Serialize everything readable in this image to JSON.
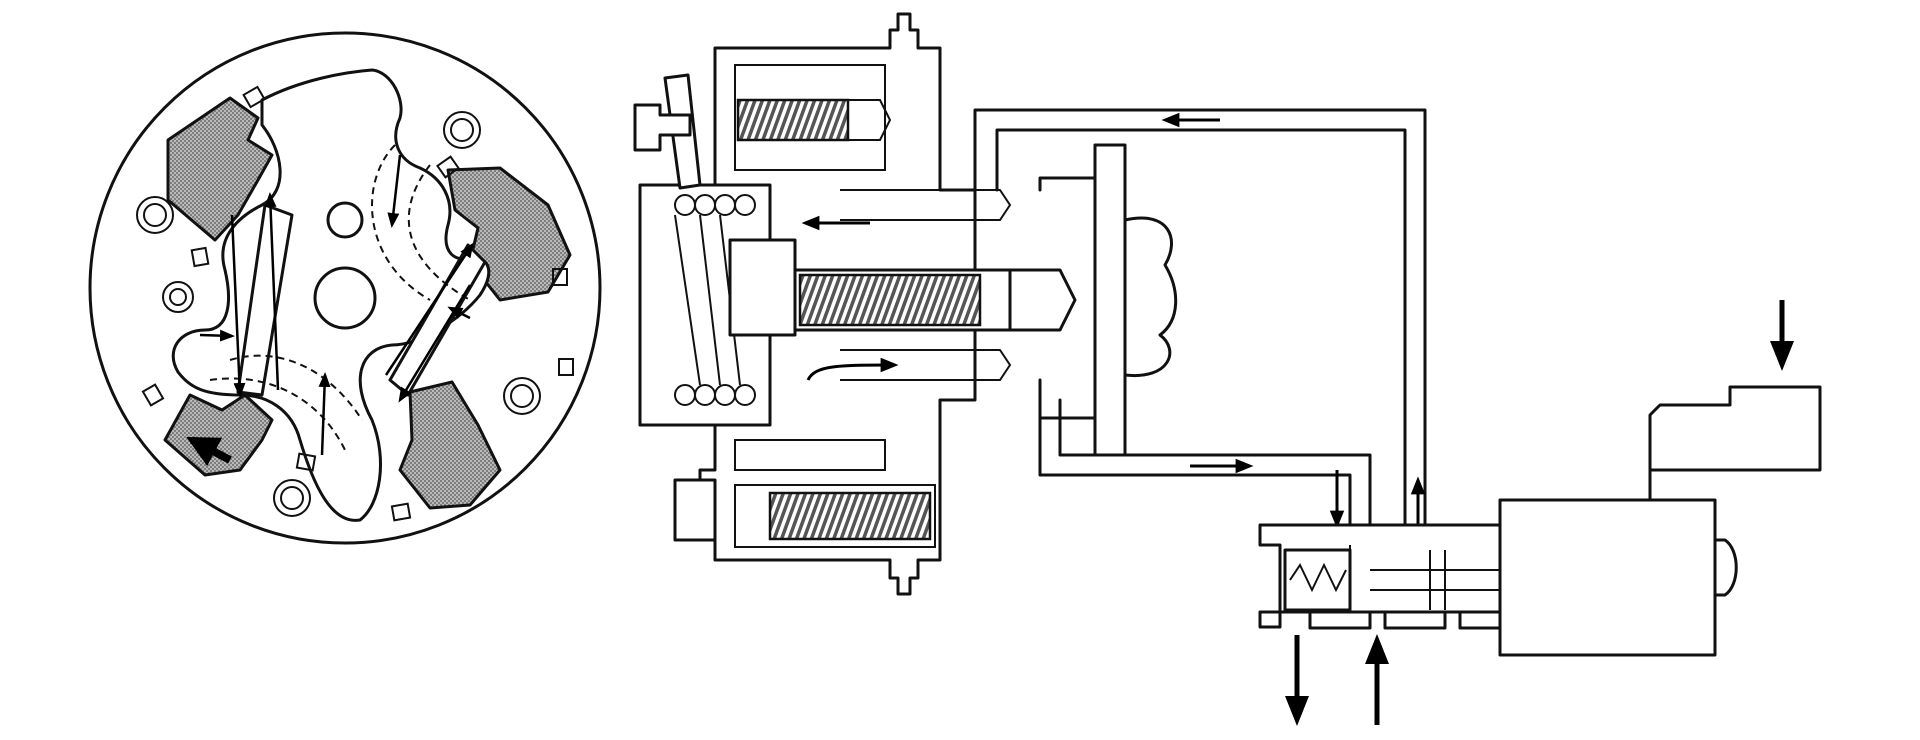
{
  "diagram": {
    "components": [
      {
        "name": "rotor-cross-section"
      },
      {
        "name": "vvt-controller-actuator"
      },
      {
        "name": "oil-control-valve"
      }
    ],
    "colors": {
      "line": "#111111",
      "shade": "#8a8a8a",
      "background": "#ffffff"
    }
  }
}
